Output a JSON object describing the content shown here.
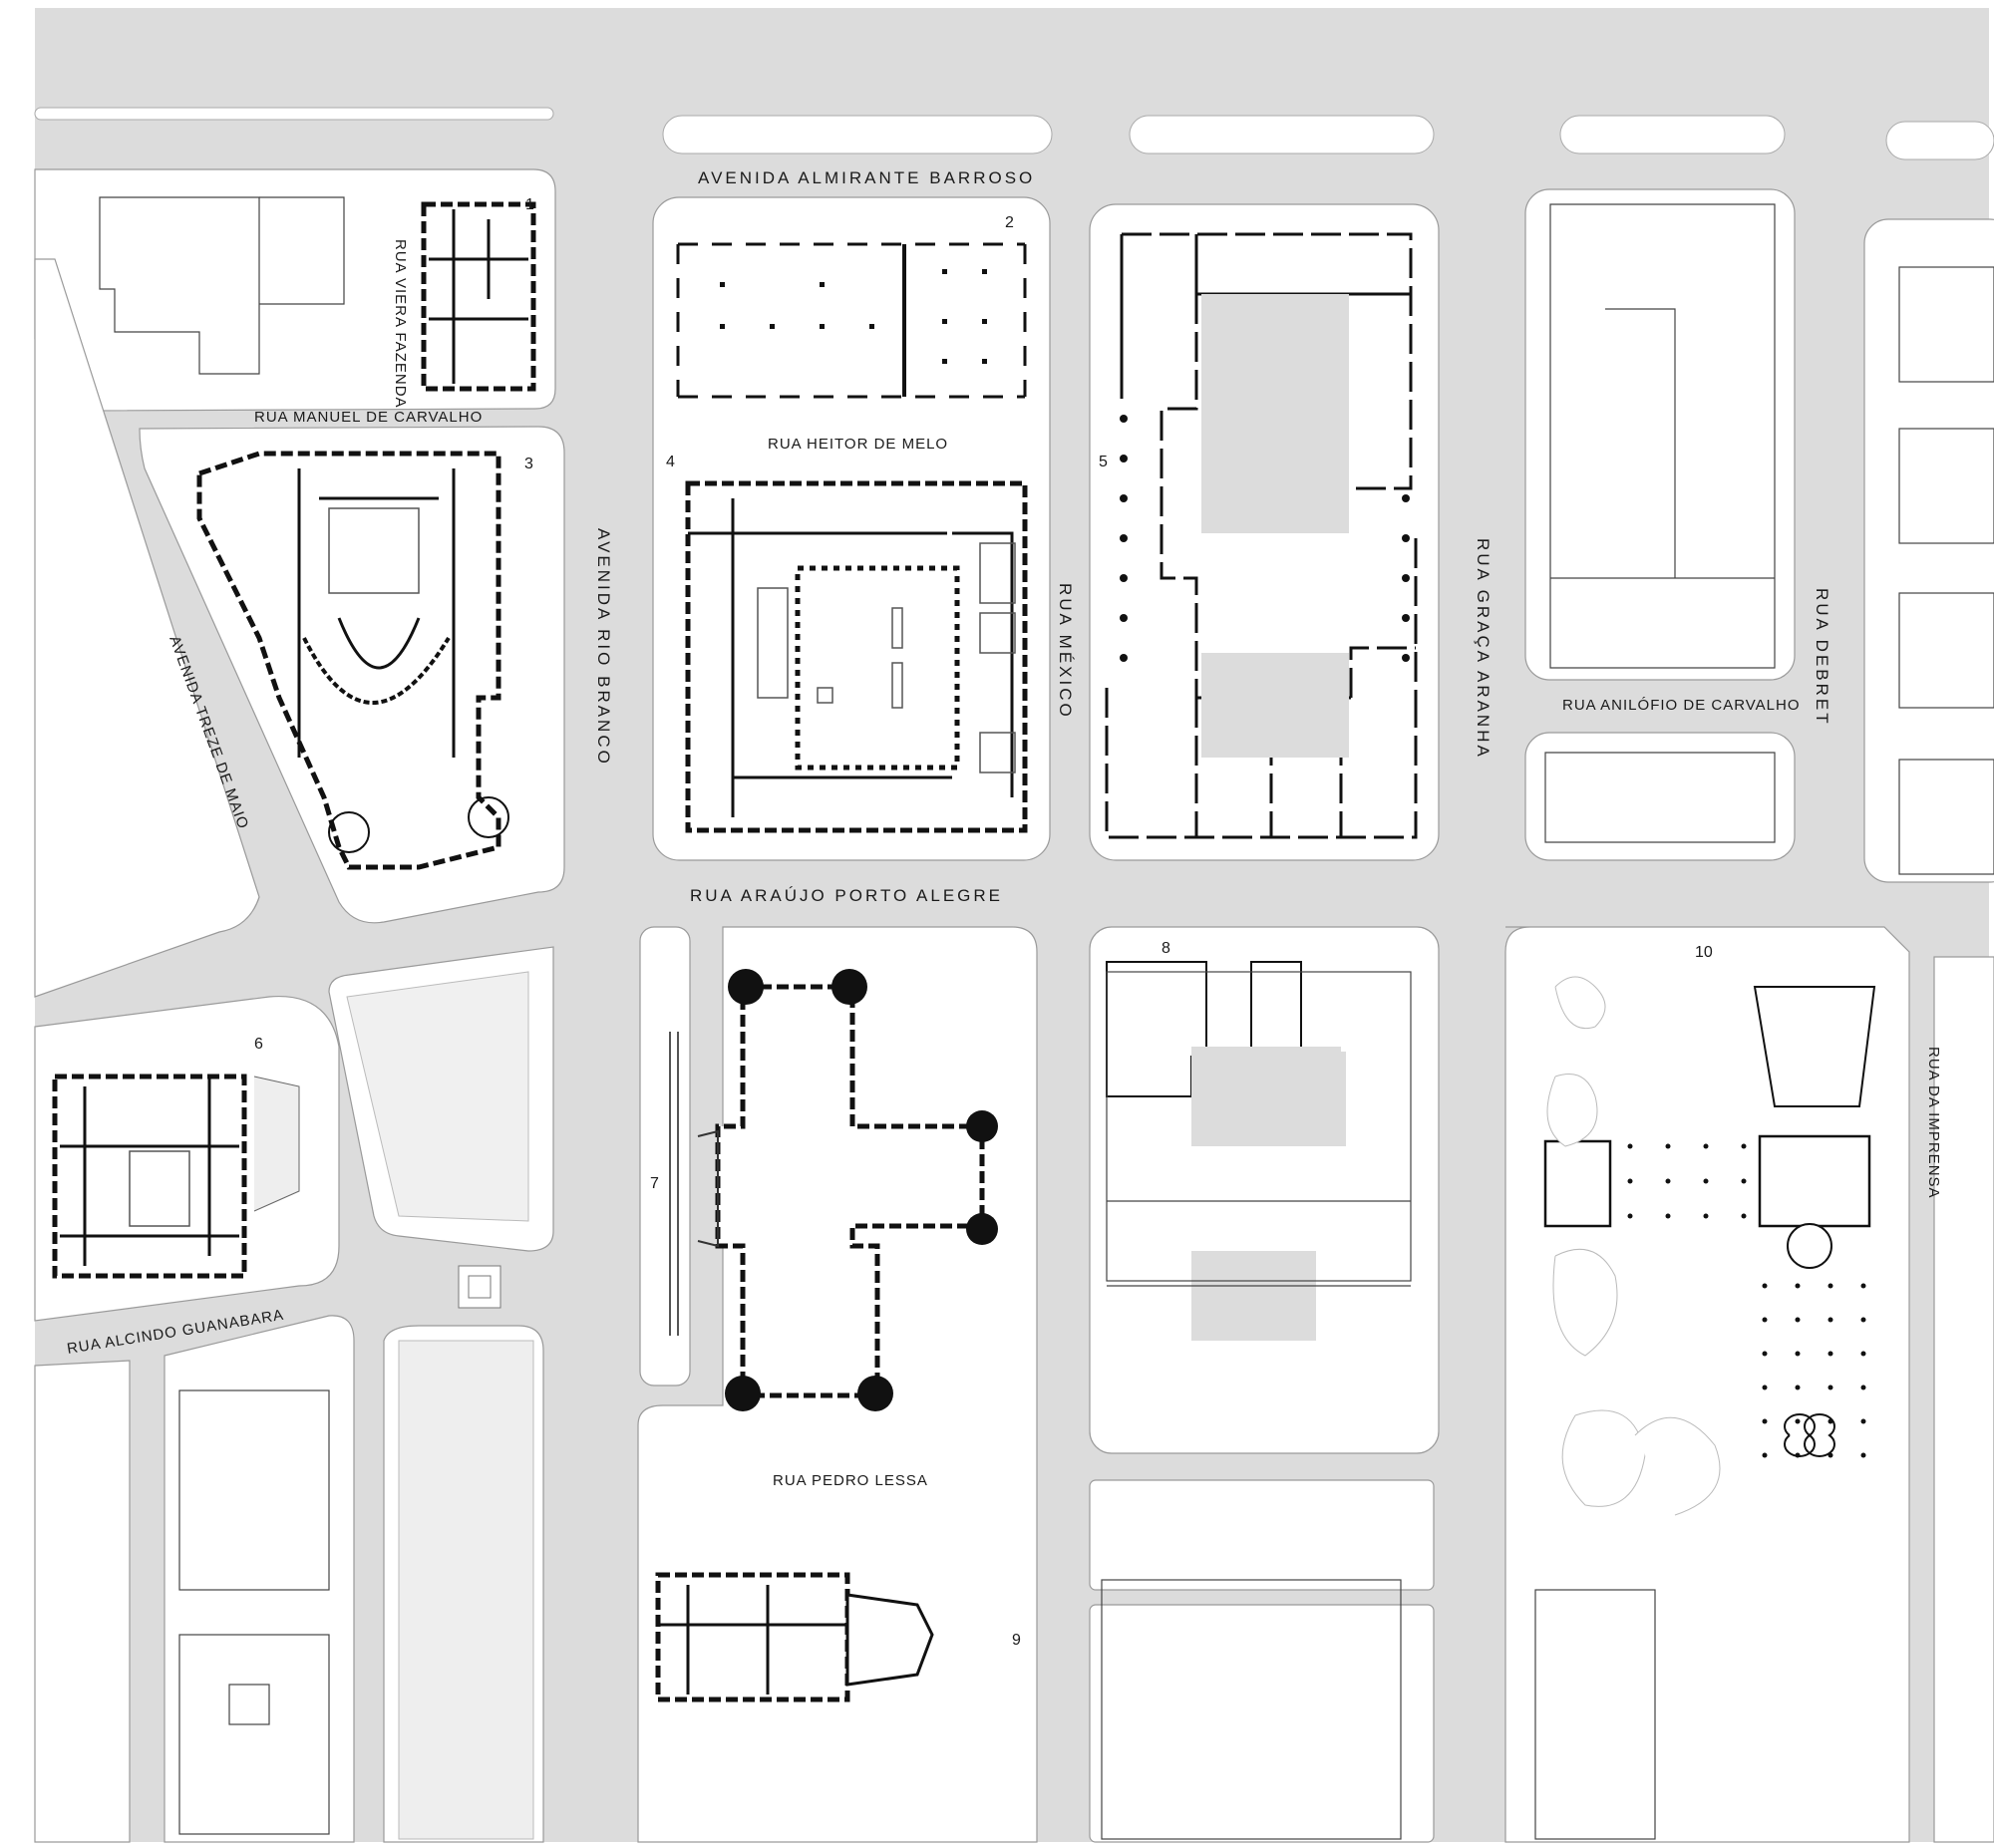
{
  "streets": {
    "almirante_barroso": "AVENIDA  ALMIRANTE  BARROSO",
    "manuel_de_carvalho": "RUA  MANUEL DE CARVALHO",
    "viera_fazenda": "RUA VIERA FAZENDA",
    "heitor_de_melo": "RUA  HEITOR  DE  MELO",
    "rio_branco": "AVENIDA  RIO  BRANCO",
    "treze_de_maio": "AVENIDA  TREZE  DE  MAIO",
    "mexico": "RUA  MÉXICO",
    "graca_aranha": "RUA  GRAÇA  ARANHA",
    "debret": "RUA  DEBRET",
    "anilofio_de_carvalho": "RUA ANILÓFIO DE CARVALHO",
    "araujo_porto_alegre": "RUA    ARAÚJO    PORTO    ALEGRE",
    "alcindo_guanabara": "RUA  ALCINDO  GUANABARA",
    "pedro_lessa": "RUA  PEDRO LESSA",
    "da_imprensa": "RUA DA IMPRENSA"
  },
  "buildings": [
    "1",
    "2",
    "3",
    "4",
    "5",
    "6",
    "7",
    "8",
    "9",
    "10"
  ],
  "colors": {
    "street": "#dcdcdc",
    "block": "#ffffff",
    "ink": "#111111"
  }
}
